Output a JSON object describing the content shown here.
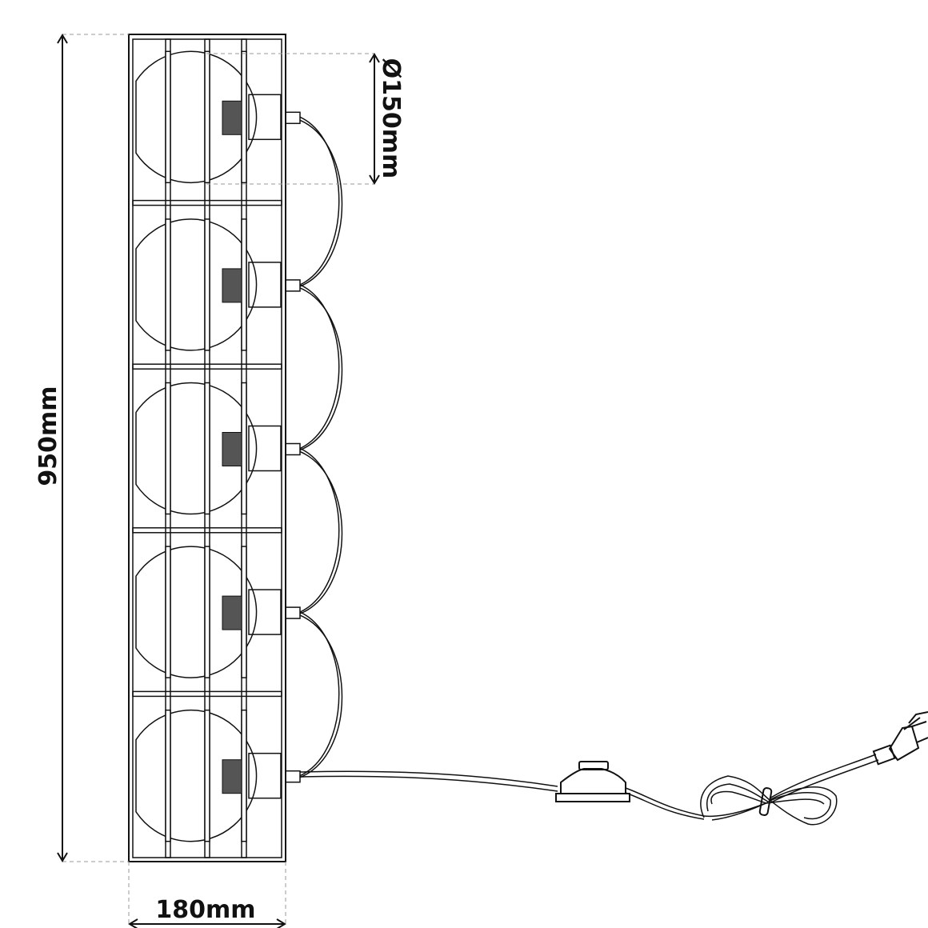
{
  "dimensions": {
    "height_label": "950mm",
    "width_label": "180mm",
    "diameter_label": "Ø150mm"
  },
  "product": {
    "globe_count": 5
  },
  "colors": {
    "line": "#111111",
    "dash": "#999999",
    "background": "#ffffff"
  }
}
